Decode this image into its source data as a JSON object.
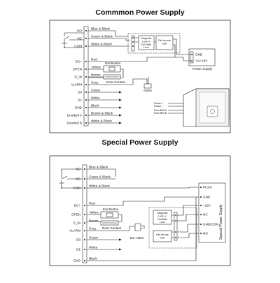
{
  "common": {
    "title": "Commmon Power Supply",
    "terminals": [
      "NO",
      "NC",
      "COM",
      "DC+",
      "OPEN",
      "D_IN",
      "ALARM",
      "D0",
      "D1",
      "GND",
      "Doorbell A",
      "Doorbell B"
    ],
    "wires": [
      "Blue & Black",
      "Green & Black",
      "White & Black",
      "Red",
      "Yellow",
      "Brown",
      "Grey",
      "Green",
      "White",
      "Black",
      "Brown & Black",
      "White & Black"
    ],
    "exit_button": "Exit Button",
    "door_contact": "Door Contact",
    "lock_left": [
      "Magnetic",
      "Lock or",
      "Fail-Safe",
      "Lock"
    ],
    "lock_right": [
      "Fail-secure",
      "lock"
    ],
    "psu_terminals": [
      "GND",
      "+12-18V"
    ],
    "psu_label": "Power Supply",
    "alarm": "Alarm",
    "bell_labels": [
      "Power +",
      "Power -",
      "Door Bell  A",
      "Door Bell  B"
    ]
  },
  "special": {
    "title": "Special Power Supply",
    "terminals": [
      "NO",
      "NC",
      "COM",
      "DC+",
      "OPEN",
      "D_IN",
      "ALARM",
      "D0",
      "D1",
      "GND"
    ],
    "wires": [
      "Blue & Black",
      "Green & Black",
      "White & Black",
      "Red",
      "Yellow",
      "Brown",
      "Grey",
      "Green",
      "White",
      "Black"
    ],
    "exit_button": "Exit Button",
    "door_contact": "Door Contact",
    "lock_top": [
      "Magnetic",
      "Lock or",
      "Fail-Safe",
      "Lock"
    ],
    "lock_bottom": [
      "Fail-secure",
      "lock"
    ],
    "alarm": "DC Alarm",
    "psu_terminals": [
      "PUSH",
      "GND",
      "+12V",
      "NC",
      "GND/COM",
      "NO"
    ],
    "psu_label": "Special Power Supply"
  }
}
